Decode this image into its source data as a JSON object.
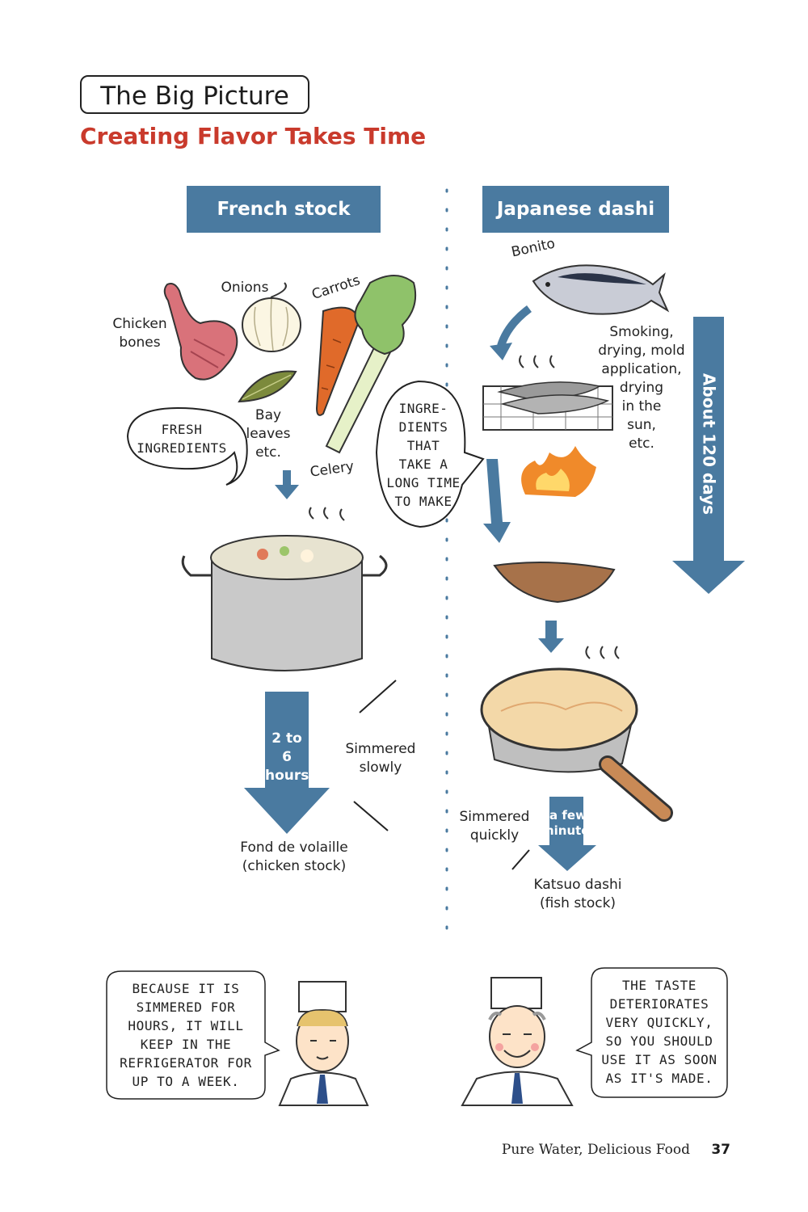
{
  "header": {
    "title": "The Big Picture",
    "subtitle": "Creating Flavor Takes Time"
  },
  "french": {
    "banner": "French stock",
    "ingredients": {
      "onions": "Onions",
      "carrots": "Carrots",
      "chicken_bones": "Chicken bones",
      "bay_leaves": "Bay leaves etc.",
      "celery": "Celery"
    },
    "bubble": "FRESH INGREDIENTS",
    "duration": [
      "2 to",
      "6",
      "hours"
    ],
    "method": "Simmered slowly",
    "result": [
      "Fond de volaille",
      "(chicken stock)"
    ],
    "chef_speech": [
      "BECAUSE IT IS",
      "SIMMERED FOR",
      "HOURS, IT WILL",
      "KEEP IN THE",
      "REFRIGERATOR FOR",
      "UP TO A WEEK."
    ]
  },
  "japanese": {
    "banner": "Japanese dashi",
    "fish": "Bonito",
    "process": [
      "Smoking,",
      "drying, mold",
      "application,",
      "drying",
      "in the",
      "sun,",
      "etc."
    ],
    "bubble": [
      "INGRE-",
      "DIENTS",
      "THAT",
      "TAKE A",
      "LONG TIME",
      "TO MAKE"
    ],
    "duration": "About 120 days",
    "method": [
      "Simmered",
      "quickly"
    ],
    "short_duration": [
      "a few",
      "minutes"
    ],
    "result": [
      "Katsuo dashi",
      "(fish stock)"
    ],
    "chef_speech": [
      "THE TASTE",
      "DETERIORATES",
      "VERY QUICKLY,",
      "SO YOU SHOULD",
      "USE IT AS SOON",
      "AS IT'S MADE."
    ]
  },
  "footer": {
    "book_title": "Pure Water, Delicious Food",
    "page_number": "37"
  },
  "colors": {
    "accent_blue": "#4a7aa0",
    "title_red": "#c93a2c",
    "carrot": "#e06a2a",
    "celery": "#8fc26a",
    "meat": "#d9727a",
    "fire": "#f08a2a"
  }
}
